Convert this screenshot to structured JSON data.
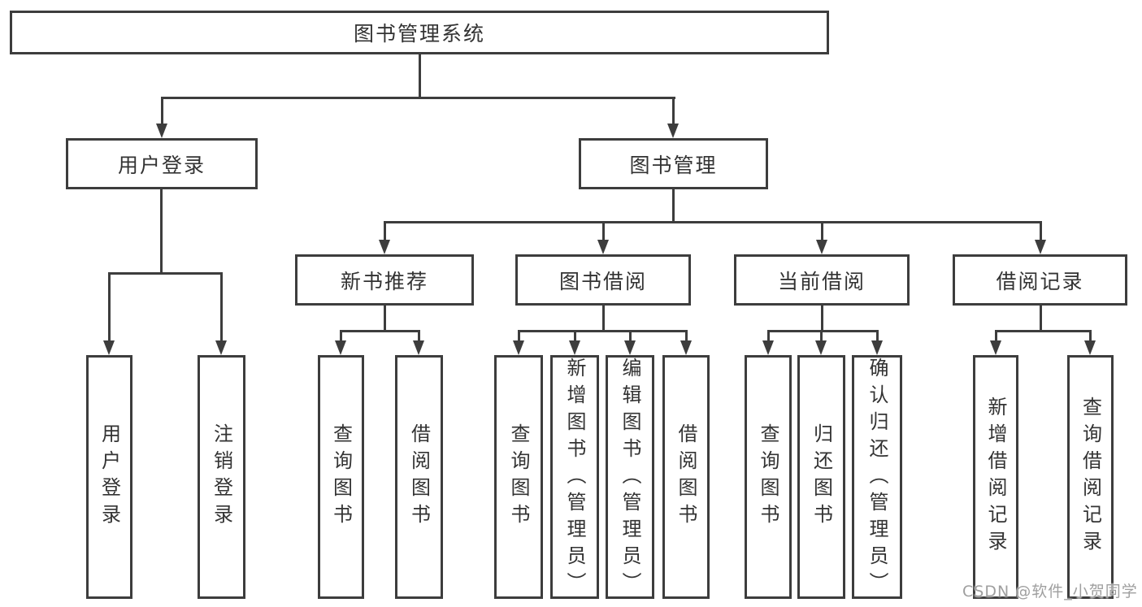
{
  "tree": {
    "root": {
      "label": "图书管理系统"
    },
    "branches": [
      {
        "label": "用户登录",
        "children": [
          {
            "label": "用户登录"
          },
          {
            "label": "注销登录"
          }
        ]
      },
      {
        "label": "图书管理",
        "children": [
          {
            "label": "新书推荐",
            "children": [
              {
                "label": "查询图书"
              },
              {
                "label": "借阅图书"
              }
            ]
          },
          {
            "label": "图书借阅",
            "children": [
              {
                "label": "查询图书"
              },
              {
                "label": "新增图书（管理员）"
              },
              {
                "label": "编辑图书（管理员）"
              },
              {
                "label": "借阅图书"
              }
            ]
          },
          {
            "label": "当前借阅",
            "children": [
              {
                "label": "查询图书"
              },
              {
                "label": "归还图书"
              },
              {
                "label": "确认归还（管理员）"
              }
            ]
          },
          {
            "label": "借阅记录",
            "children": [
              {
                "label": "新增借阅记录"
              },
              {
                "label": "查询借阅记录"
              }
            ]
          }
        ]
      }
    ]
  },
  "watermark": {
    "text": "CSDN @软件_小贺同学"
  },
  "colors": {
    "line": "#3d3d3d",
    "text": "#333333",
    "watermark": "#9f9f9f",
    "background": "#ffffff"
  }
}
